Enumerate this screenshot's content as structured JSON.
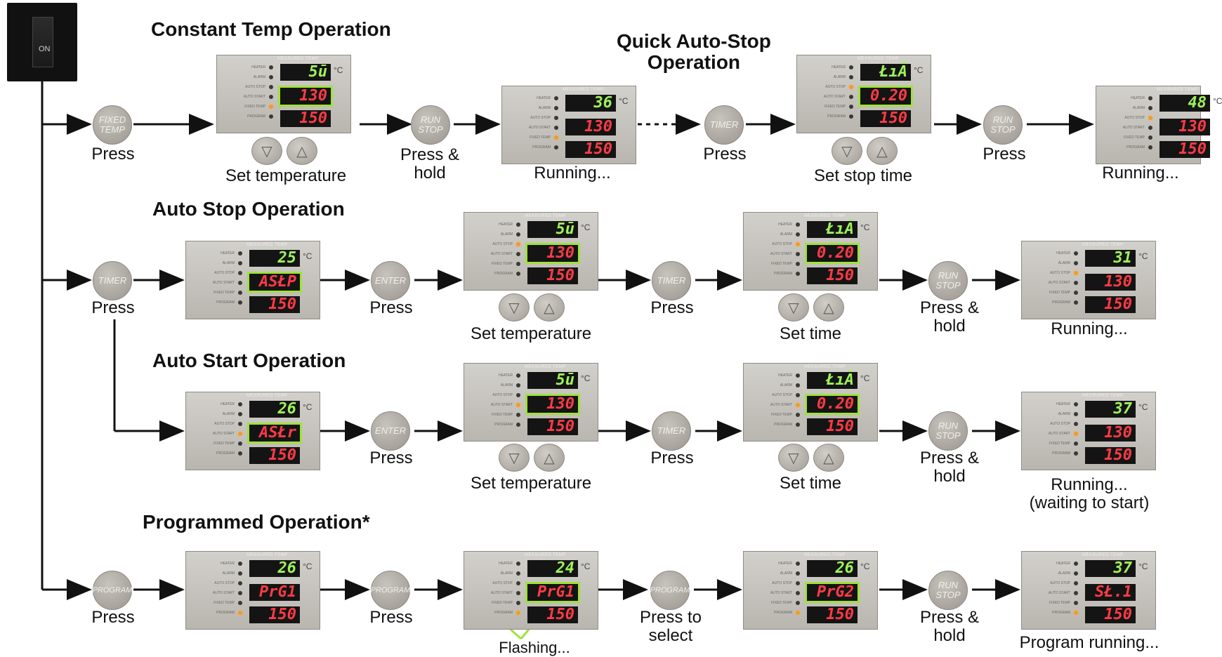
{
  "switch_label": "ON",
  "sections": {
    "constant_temp": "Constant Temp Operation",
    "quick_auto_stop": "Quick Auto-Stop\nOperation",
    "auto_stop": "Auto Stop Operation",
    "auto_start": "Auto Start Operation",
    "programmed": "Programmed Operation*"
  },
  "buttons": {
    "fixed_temp": "FIXED\nTEMP",
    "run_stop": "RUN\nSTOP",
    "timer": "TIMER",
    "enter": "ENTER",
    "program": "PROGRAM"
  },
  "panel_labels": {
    "header": "MEASURED TEMP",
    "unit": "°C",
    "leds": [
      "HEATER",
      "ALARM",
      "AUTO STOP",
      "AUTO START",
      "FIXED TEMP",
      "PROGRAM"
    ]
  },
  "captions": {
    "press": "Press",
    "press_hold": "Press &\nhold",
    "set_temperature": "Set temperature",
    "set_stop_time": "Set stop time",
    "set_time": "Set time",
    "running": "Running...",
    "running_waiting": "Running...\n(waiting to start)",
    "press_to_select": "Press to\nselect",
    "program_running": "Program running...",
    "flashing": "Flashing..."
  },
  "displays": {
    "ct1": [
      "5ū",
      "130",
      "150"
    ],
    "ct2": [
      "36",
      "130",
      "150"
    ],
    "qa1": [
      "ŁıĀ",
      "0.20",
      "150"
    ],
    "qa2": [
      "48",
      "130",
      "150"
    ],
    "as1": [
      "25",
      "ASŁP",
      "150"
    ],
    "as2": [
      "5ū",
      "130",
      "150"
    ],
    "as3": [
      "ŁıĀ",
      "0.20",
      "150"
    ],
    "as4": [
      "31",
      "130",
      "150"
    ],
    "st1": [
      "26",
      "ASŁr",
      "150"
    ],
    "st2": [
      "5ū",
      "130",
      "150"
    ],
    "st3": [
      "ŁıĀ",
      "0.20",
      "150"
    ],
    "st4": [
      "37",
      "130",
      "150"
    ],
    "pr1": [
      "26",
      "PrG1",
      "150"
    ],
    "pr2": [
      "24",
      "PrG1",
      "150"
    ],
    "pr3": [
      "26",
      "PrG2",
      "150"
    ],
    "pr4": [
      "37",
      "SŁ.1",
      "150"
    ]
  },
  "colors": {
    "measured_digits": "#9ef25c",
    "set_digits": "#ff3b45",
    "highlight": "#9fe23c",
    "led_on": "#f29a2a"
  }
}
